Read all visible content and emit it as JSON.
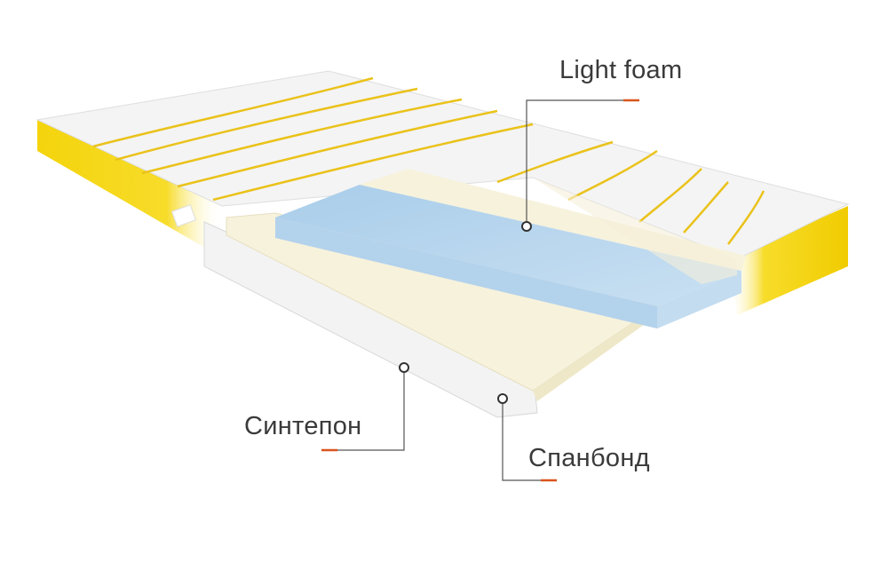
{
  "labels": {
    "light_foam": "Light foam",
    "sintepon": "Синтепон",
    "spanbond": "Спанбонд"
  },
  "colors": {
    "accent": "#d9541e",
    "line": "#555555",
    "yellow": "#f2d21c",
    "foam_blue": "#bcd8ee",
    "cream": "#f7f2dc"
  }
}
